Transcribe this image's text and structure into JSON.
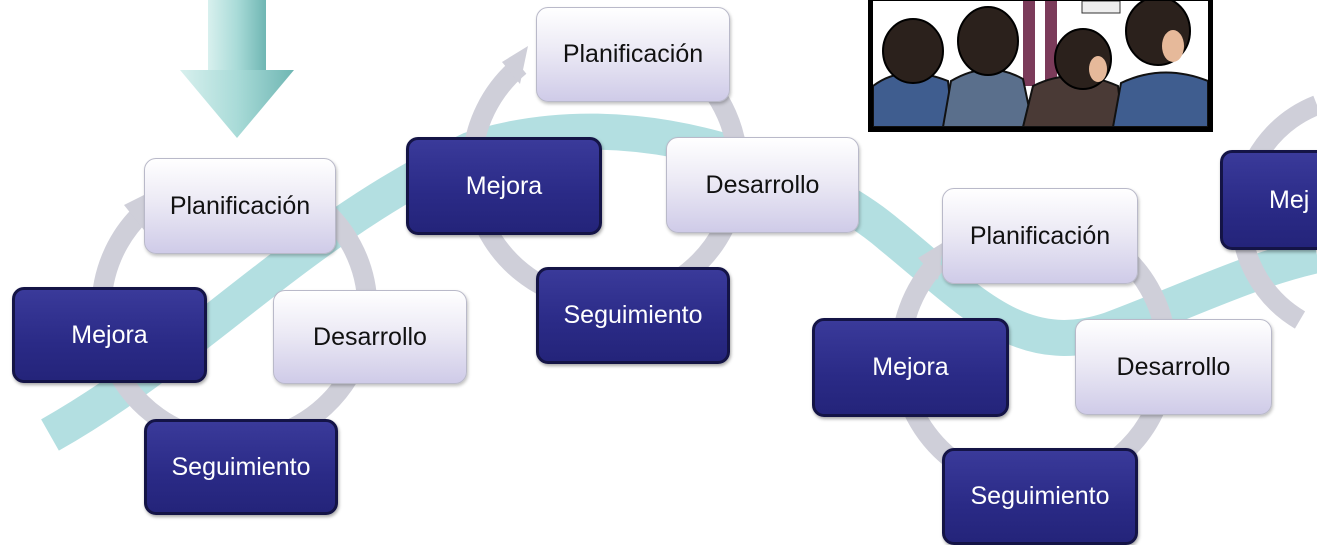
{
  "cycles": [
    {
      "planning": "Planificación",
      "development": "Desarrollo",
      "tracking": "Seguimiento",
      "improvement": "Mejora"
    },
    {
      "planning": "Planificación",
      "development": "Desarrollo",
      "tracking": "Seguimiento",
      "improvement": "Mejora"
    },
    {
      "planning": "Planificación",
      "development": "Desarrollo",
      "tracking": "Seguimiento",
      "improvement": "Mejora"
    }
  ],
  "partial_label": "Mej",
  "colors": {
    "dark_box": "#2a2a86",
    "light_box": "#d6d3ec",
    "ring": "#cfcfd9",
    "wave": "#b3dfe1",
    "arrow": "#86c9c6"
  },
  "icons": [
    "down-arrow-icon",
    "meeting-cartoon-icon"
  ]
}
